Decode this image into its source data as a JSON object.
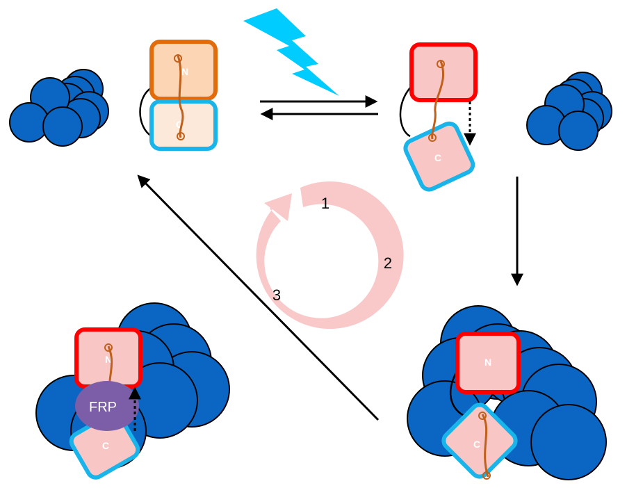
{
  "labels": {
    "n_domain": "N",
    "c_domain": "C",
    "frp": "FRP",
    "step_1": "1",
    "step_2": "2",
    "step_3": "3"
  },
  "colors": {
    "phycobilisome": "#0a66c2",
    "orange_outline": "#e36c0a",
    "orange_fill": "#fcd5b5",
    "cyan_outline": "#18b4ea",
    "c_fill_light": "#fde9d9",
    "red_outline": "#ff0000",
    "pink_fill": "#f9c6c6",
    "cycle_arrow": "#f9c9c9",
    "frp_fill": "#7b5ea7",
    "lightning": "#00ccff",
    "carotenoid": "#c0601a"
  }
}
